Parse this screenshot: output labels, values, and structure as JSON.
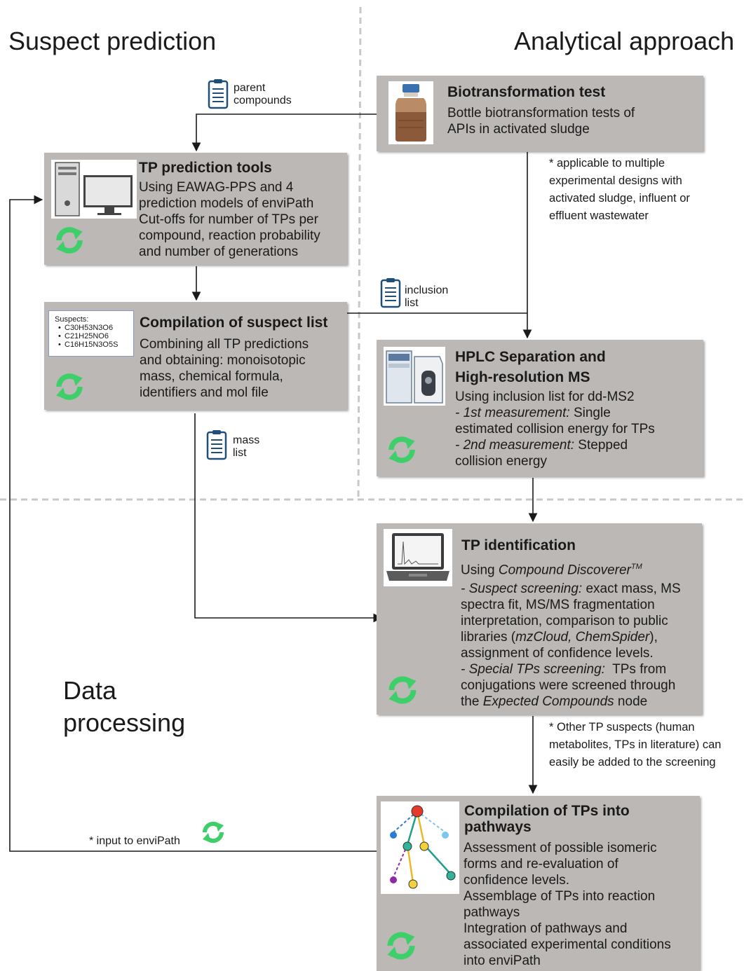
{
  "sections": {
    "suspect_prediction": "Suspect prediction",
    "analytical_approach": "Analytical approach",
    "data_processing": [
      "Data",
      "processing"
    ]
  },
  "boxes": {
    "biotransformation": {
      "title": "Biotransformation test",
      "lines": [
        "Bottle biotransformation tests of",
        "APIs in activated sludge"
      ]
    },
    "tp_prediction": {
      "title": "TP prediction tools",
      "lines": [
        "Using EAWAG-PPS and 4",
        "prediction models of enviPath",
        "Cut-offs for number of TPs per",
        "compound, reaction probability",
        "and number of generations"
      ]
    },
    "suspect_list": {
      "title": "Compilation of  suspect list",
      "lines": [
        "Combining all TP predictions",
        "and obtaining: monoisotopic",
        "mass, chemical formula,",
        "identifiers and mol file"
      ],
      "thumb_heading": "Suspects:",
      "thumb_items": [
        "C30H53N3O6",
        "C21H25NO6",
        "C16H15N3O5S"
      ]
    },
    "hplc": {
      "title_1": "HPLC Separation and",
      "title_2": "High-resolution MS",
      "line_1": "Using inclusion list for dd-MS2",
      "line_2_em": "- 1st measurement:",
      "line_2_rest": " Single",
      "line_3": "estimated collision energy for TPs",
      "line_4_em": "- 2nd measurement:",
      "line_4_rest": " Stepped",
      "line_5": "collision energy"
    },
    "tp_identification": {
      "title": "TP identification",
      "line_1_pre": "Using ",
      "line_1_em": "Compound Discoverer",
      "line_1_sup": "TM",
      "line_2_em": "- Suspect screening:",
      "line_2_rest": " exact mass, MS",
      "line_3": "spectra fit, MS/MS fragmentation",
      "line_4": "interpretation, comparison to public",
      "line_5_pre": "libraries (",
      "line_5_em": "mzCloud, ChemSpider",
      "line_5_post": "),",
      "line_6": "assignment of confidence levels.",
      "line_7_em": "- Special TPs screening:",
      "line_7_rest": "  TPs from",
      "line_8": "conjugations were screened through",
      "line_9_pre": "the ",
      "line_9_em": "Expected Compounds",
      "line_9_post": " node"
    },
    "pathways": {
      "title_1": "Compilation of TPs into",
      "title_2": "pathways",
      "lines": [
        "Assessment of possible isomeric",
        "forms and re-evaluation of",
        "confidence levels.",
        "Assemblage of TPs into reaction",
        "pathways",
        "Integration of pathways and",
        "associated experimental conditions",
        "into enviPath"
      ]
    }
  },
  "labels": {
    "parent_compounds": [
      "parent",
      "compounds"
    ],
    "inclusion_list": [
      "inclusion",
      "list"
    ],
    "mass_list": [
      "mass",
      "list"
    ],
    "input_to_envipath": "* input to enviPath"
  },
  "notes": {
    "applicable": [
      "* applicable to multiple",
      "experimental designs with",
      "activated sludge, influent or",
      "effluent wastewater"
    ],
    "other_suspects": [
      "* Other TP suspects (human",
      "metabolites, TPs in literature) can",
      "easily be added to the screening"
    ]
  },
  "colors": {
    "box_fill": "#bcb8b5",
    "cycle_green": "#3fcf6a",
    "clipboard_blue": "#1f4e79",
    "divider_gray": "#c8c8c8"
  }
}
